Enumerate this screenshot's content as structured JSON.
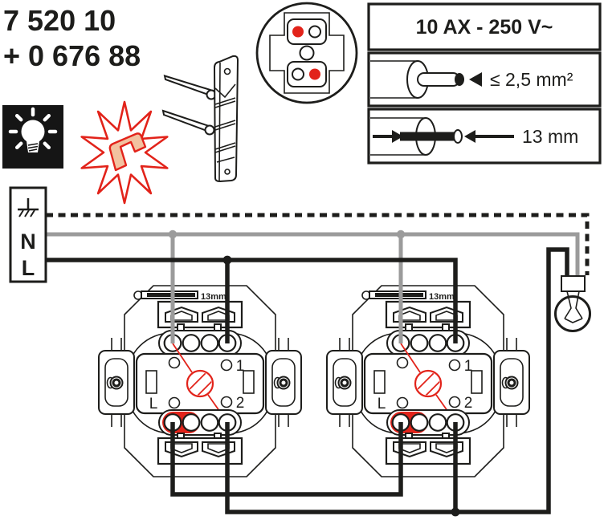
{
  "colors": {
    "red": "#e2231a",
    "staple_fill": "#f2c2a0",
    "wire_neutral": "#9b9b9b",
    "wire_line": "#1d1d1b",
    "icon_bg": "#151515"
  },
  "product": {
    "code_line1": "7 520 10",
    "code_line2": "+ 0 676 88"
  },
  "spec_box": {
    "rating": "10 AX - 250 V~",
    "max_cross_section": "≤ 2,5 mm²",
    "strip_length": "13 mm"
  },
  "supply": {
    "neutral_label": "N",
    "line_label": "L"
  },
  "switch_unit": {
    "gauge_label": "13mm",
    "common_label": "L",
    "terminal1_label": "1",
    "terminal2_label": "2"
  }
}
